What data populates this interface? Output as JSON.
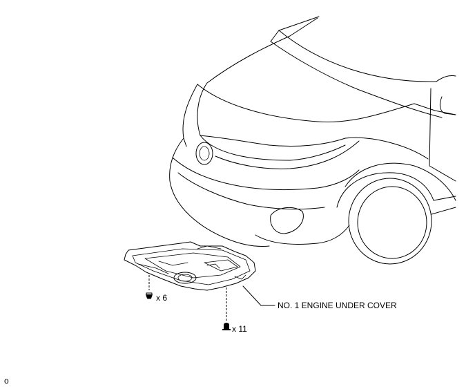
{
  "labels": {
    "part_name": "NO. 1 ENGINE UNDER COVER",
    "bolt_qty": "x 6",
    "clip_qty": "x 11",
    "illustration_id": "o"
  }
}
